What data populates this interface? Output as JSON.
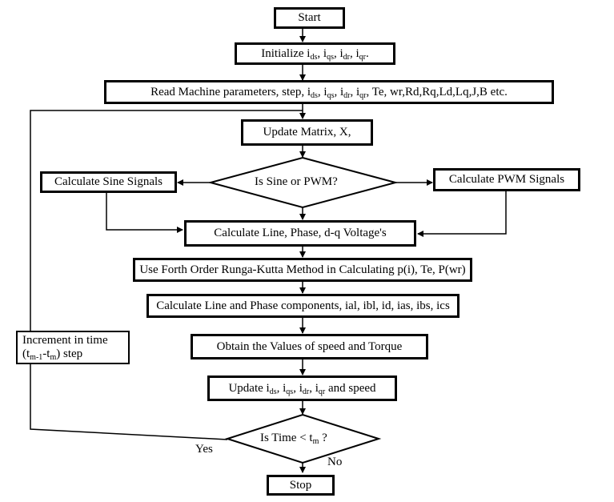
{
  "start": "Start",
  "initialize": {
    "prefix": "Initialize i",
    "s1": "ds",
    "c1": ", i",
    "s2": "qs",
    "c2": ", i",
    "s3": "dr",
    "c3": ", i",
    "s4": "qr",
    "c4": "."
  },
  "read_params": {
    "p1": "Read Machine parameters, step, i",
    "s1": "ds",
    "c1": ", i",
    "s2": "qs",
    "c2": ", i",
    "s3": "dr",
    "c3": ", i",
    "s4": "qr",
    "p2": ", Te, wr,Rd,Rq,Ld,Lq,J,B etc."
  },
  "update_matrix": "Update Matrix, X,",
  "decision_sine_pwm": "Is Sine or PWM?",
  "calc_sine": "Calculate Sine Signals",
  "calc_pwm": "Calculate PWM Signals",
  "calc_voltages": "Calculate Line, Phase, d-q Voltage's",
  "runge_kutta": "Use Forth Order Runga-Kutta Method in Calculating p(i), Te, P(wr)",
  "calc_components": "Calculate Line and Phase components, ial, ibl, id, ias, ibs, ics",
  "obtain_values": "Obtain the Values of speed and Torque",
  "update_currents": {
    "prefix": "Update i",
    "s1": "ds",
    "c1": ", i",
    "s2": "qs",
    "c2": ", i",
    "s3": "dr",
    "c3": ", i",
    "s4": "qr",
    "suffix": " and speed"
  },
  "decision_time": {
    "prefix": "Is Time < t",
    "sub": "m",
    "suffix": " ?"
  },
  "increment": {
    "line1": "Increment in time",
    "open": "(t",
    "s1": "m-1",
    "mid": "-t",
    "s2": "m",
    "close": ") step"
  },
  "yes_label": "Yes",
  "no_label": "No",
  "stop": "Stop"
}
